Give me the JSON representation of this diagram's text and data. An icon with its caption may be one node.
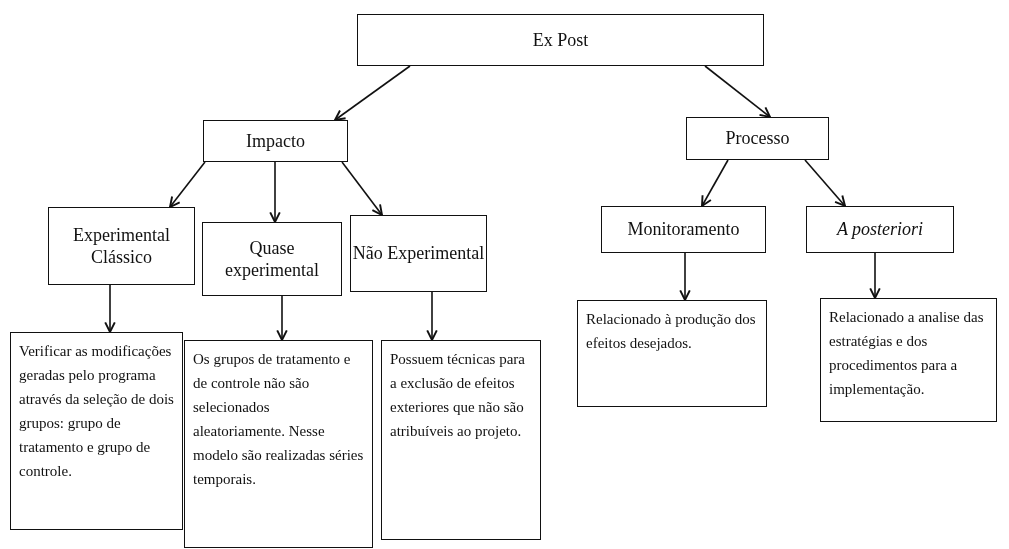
{
  "diagram": {
    "nodes": [
      {
        "text": [
          "Ex Post"
        ]
      },
      {
        "text": [
          "Impacto"
        ]
      },
      {
        "text": [
          "Processo"
        ]
      },
      {
        "text": [
          "Experimental Clássico"
        ]
      },
      {
        "text": [
          "Quase experimental"
        ]
      },
      {
        "text": [
          "Não Experimental"
        ]
      },
      {
        "text": [
          "Monitoramento"
        ]
      },
      {
        "text": [
          "A posteriori"
        ]
      },
      {
        "text": [
          "Verificar as modificações geradas pelo programa através da seleção de dois grupos: grupo de tratamento e grupo de controle."
        ]
      },
      {
        "text": [
          "Os grupos de tratamento e de controle não são selecionados aleatoriamente. Nesse modelo são realizadas séries temporais."
        ]
      },
      {
        "text": [
          "Possuem técnicas para a exclusão de efeitos exteriores que não são atribuíveis ao projeto."
        ]
      },
      {
        "text": [
          "Relacionado à produção dos efeitos desejados."
        ]
      },
      {
        "text": [
          "Relacionado a analise das estratégias e dos procedimentos para a implementação."
        ]
      }
    ],
    "edges": [
      {
        "from": 0,
        "to": 1,
        "arrow": "to"
      },
      {
        "from": 0,
        "to": 2,
        "arrow": "to"
      },
      {
        "from": 1,
        "to": 3,
        "arrow": "to"
      },
      {
        "from": 1,
        "to": 4,
        "arrow": "to"
      },
      {
        "from": 1,
        "to": 5,
        "arrow": "to"
      },
      {
        "from": 2,
        "to": 6,
        "arrow": "to"
      },
      {
        "from": 2,
        "to": 7,
        "arrow": "to"
      },
      {
        "from": 3,
        "to": 8,
        "arrow": "to"
      },
      {
        "from": 4,
        "to": 9,
        "arrow": "to"
      },
      {
        "from": 5,
        "to": 10,
        "arrow": "to"
      },
      {
        "from": 6,
        "to": 11,
        "arrow": "to"
      },
      {
        "from": 7,
        "to": 12,
        "arrow": "to"
      }
    ]
  }
}
